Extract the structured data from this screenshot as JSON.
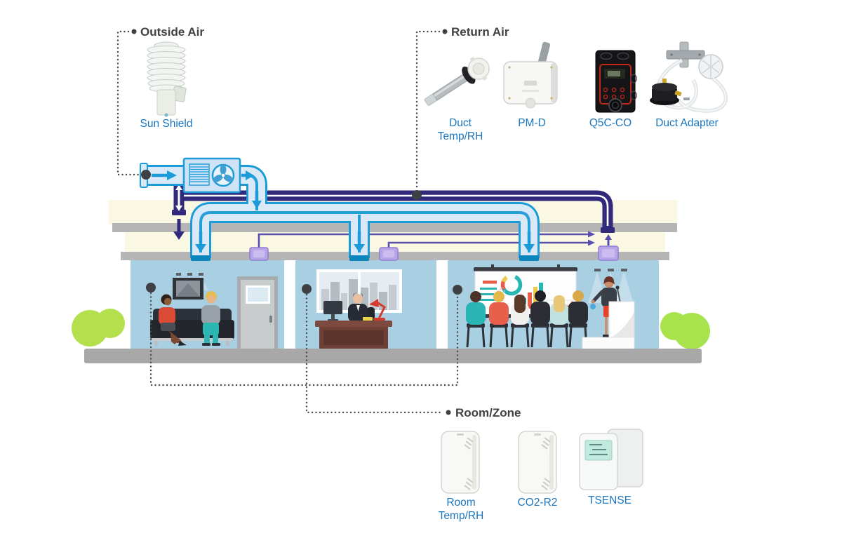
{
  "sections": {
    "outside_air": {
      "title": "Outside Air",
      "products": [
        {
          "label": "Sun Shield"
        }
      ]
    },
    "return_air": {
      "title": "Return Air",
      "products": [
        {
          "label_line1": "Duct",
          "label_line2": "Temp/RH"
        },
        {
          "label": "PM-D"
        },
        {
          "label": "Q5C-CO"
        },
        {
          "label": "Duct Adapter"
        }
      ]
    },
    "room_zone": {
      "title": "Room/Zone",
      "products": [
        {
          "label_line1": "Room",
          "label_line2": "Temp/RH"
        },
        {
          "label": "CO2-R2"
        },
        {
          "label": "TSENSE"
        }
      ]
    }
  },
  "colors": {
    "heading": "#414042",
    "product_label": "#1b75bc",
    "supply_duct": "#1b9cd8",
    "supply_fill": "#d9e9f8",
    "return_duct": "#312a7c",
    "zone_line": "#5b4fae",
    "register_fill": "#b7a6e8",
    "dotted_line": "#4a4a4a"
  }
}
